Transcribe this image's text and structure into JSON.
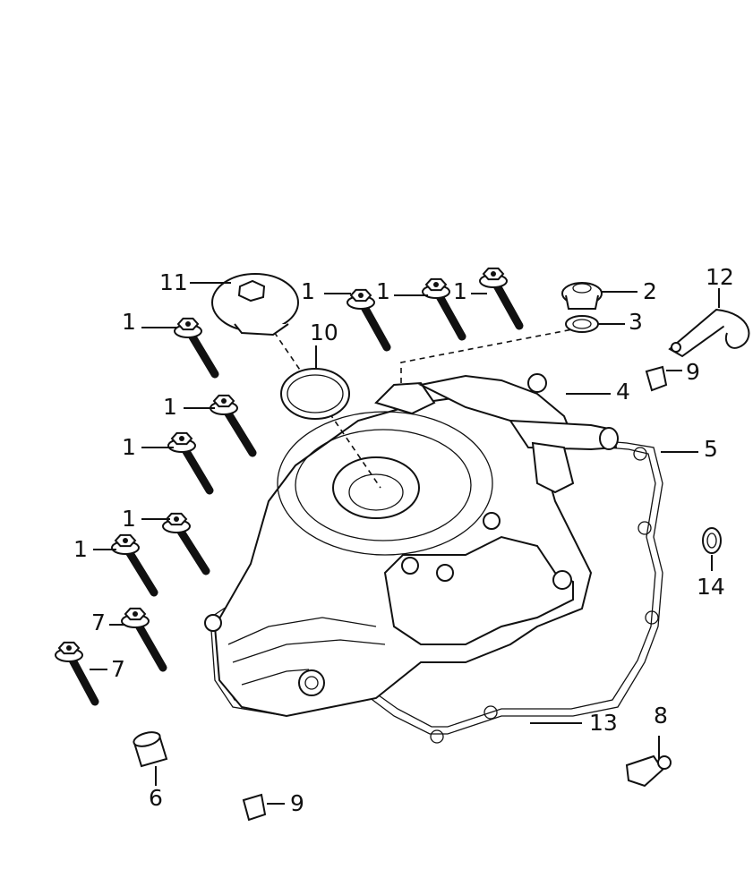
{
  "callouts": [
    {
      "id": "c11",
      "text": "11"
    },
    {
      "id": "c1a",
      "text": "1"
    },
    {
      "id": "c1b",
      "text": "1"
    },
    {
      "id": "c1c",
      "text": "1"
    },
    {
      "id": "c1d",
      "text": "1"
    },
    {
      "id": "c1e",
      "text": "1"
    },
    {
      "id": "c1f",
      "text": "1"
    },
    {
      "id": "c1g",
      "text": "1"
    },
    {
      "id": "c1h",
      "text": "1"
    },
    {
      "id": "c1i",
      "text": "1"
    },
    {
      "id": "c2",
      "text": "2"
    },
    {
      "id": "c3",
      "text": "3"
    },
    {
      "id": "c4",
      "text": "4"
    },
    {
      "id": "c5",
      "text": "5"
    },
    {
      "id": "c6",
      "text": "6"
    },
    {
      "id": "c7a",
      "text": "7"
    },
    {
      "id": "c7b",
      "text": "7"
    },
    {
      "id": "c8",
      "text": "8"
    },
    {
      "id": "c9a",
      "text": "9"
    },
    {
      "id": "c9b",
      "text": "9"
    },
    {
      "id": "c10",
      "text": "10"
    },
    {
      "id": "c12",
      "text": "12"
    },
    {
      "id": "c13",
      "text": "13"
    },
    {
      "id": "c14",
      "text": "14"
    }
  ]
}
